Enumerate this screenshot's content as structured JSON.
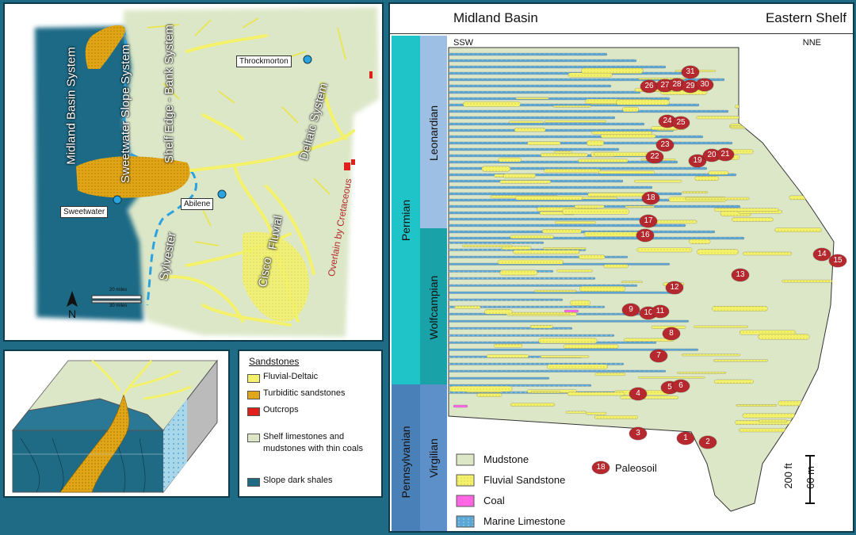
{
  "map": {
    "towns": [
      "Throckmorton",
      "Sweetwater",
      "Abilene"
    ],
    "systems": [
      "Midland Basin System",
      "Sweetwater Slope System",
      "Shelf Edge - Bank System",
      "Deltaic System",
      "Fluvial",
      "Cisco",
      "Sylvester"
    ],
    "overlain_label": "Overlain by Cretaceous",
    "scale_top": "20 miles",
    "scale_bottom": "30 miles",
    "north": "N"
  },
  "legend_sandstones": {
    "title": "Sandstones",
    "items": [
      {
        "label": "Fluvial-Deltaic",
        "color": "#f4f26a"
      },
      {
        "label": "Turbiditic sandstones",
        "color": "#e0a618"
      },
      {
        "label": "Outcrops",
        "color": "#e0201c"
      },
      {
        "label": "Shelf limestones and mudstones with thin coals",
        "color": "#dce7c8"
      },
      {
        "label": "Slope dark shales",
        "color": "#1f6b86"
      }
    ]
  },
  "section": {
    "header_left": "Midland Basin",
    "header_right": "Eastern Shelf",
    "dir_left": "SSW",
    "dir_right": "NNE",
    "system": "Permian",
    "system_lower": "Pennsylvanian",
    "stages": [
      "Leonardian",
      "Wolfcampian",
      "Virgilian"
    ],
    "legend": [
      {
        "label": "Mudstone",
        "color": "#dce7c8"
      },
      {
        "label": "Fluvial Sandstone",
        "color": "#f4f26a"
      },
      {
        "label": "Coal",
        "color": "#ff66e6"
      },
      {
        "label": "Marine Limestone",
        "color": "#5ba7d6"
      }
    ],
    "paleosoil_label": "Paleosoil",
    "paleosoil_example": "18",
    "scale_ft": "200 ft",
    "scale_m": "60 m",
    "paleosoils": [
      "1",
      "2",
      "3",
      "4",
      "5",
      "6",
      "7",
      "8",
      "9",
      "10",
      "11",
      "12",
      "13",
      "14",
      "15",
      "16",
      "17",
      "18",
      "19",
      "20",
      "21",
      "22",
      "23",
      "24",
      "25",
      "26",
      "27",
      "28",
      "29",
      "30",
      "31"
    ]
  },
  "colors": {
    "mudstone": "#dce7c8",
    "sand": "#f4f26a",
    "turbidite": "#e0a618",
    "limestone": "#5ba7d6",
    "slope": "#1f6b86",
    "paleosoil": "#b5292e",
    "permian": "#1fc4c8",
    "pennsylvanian": "#4a80b8"
  }
}
